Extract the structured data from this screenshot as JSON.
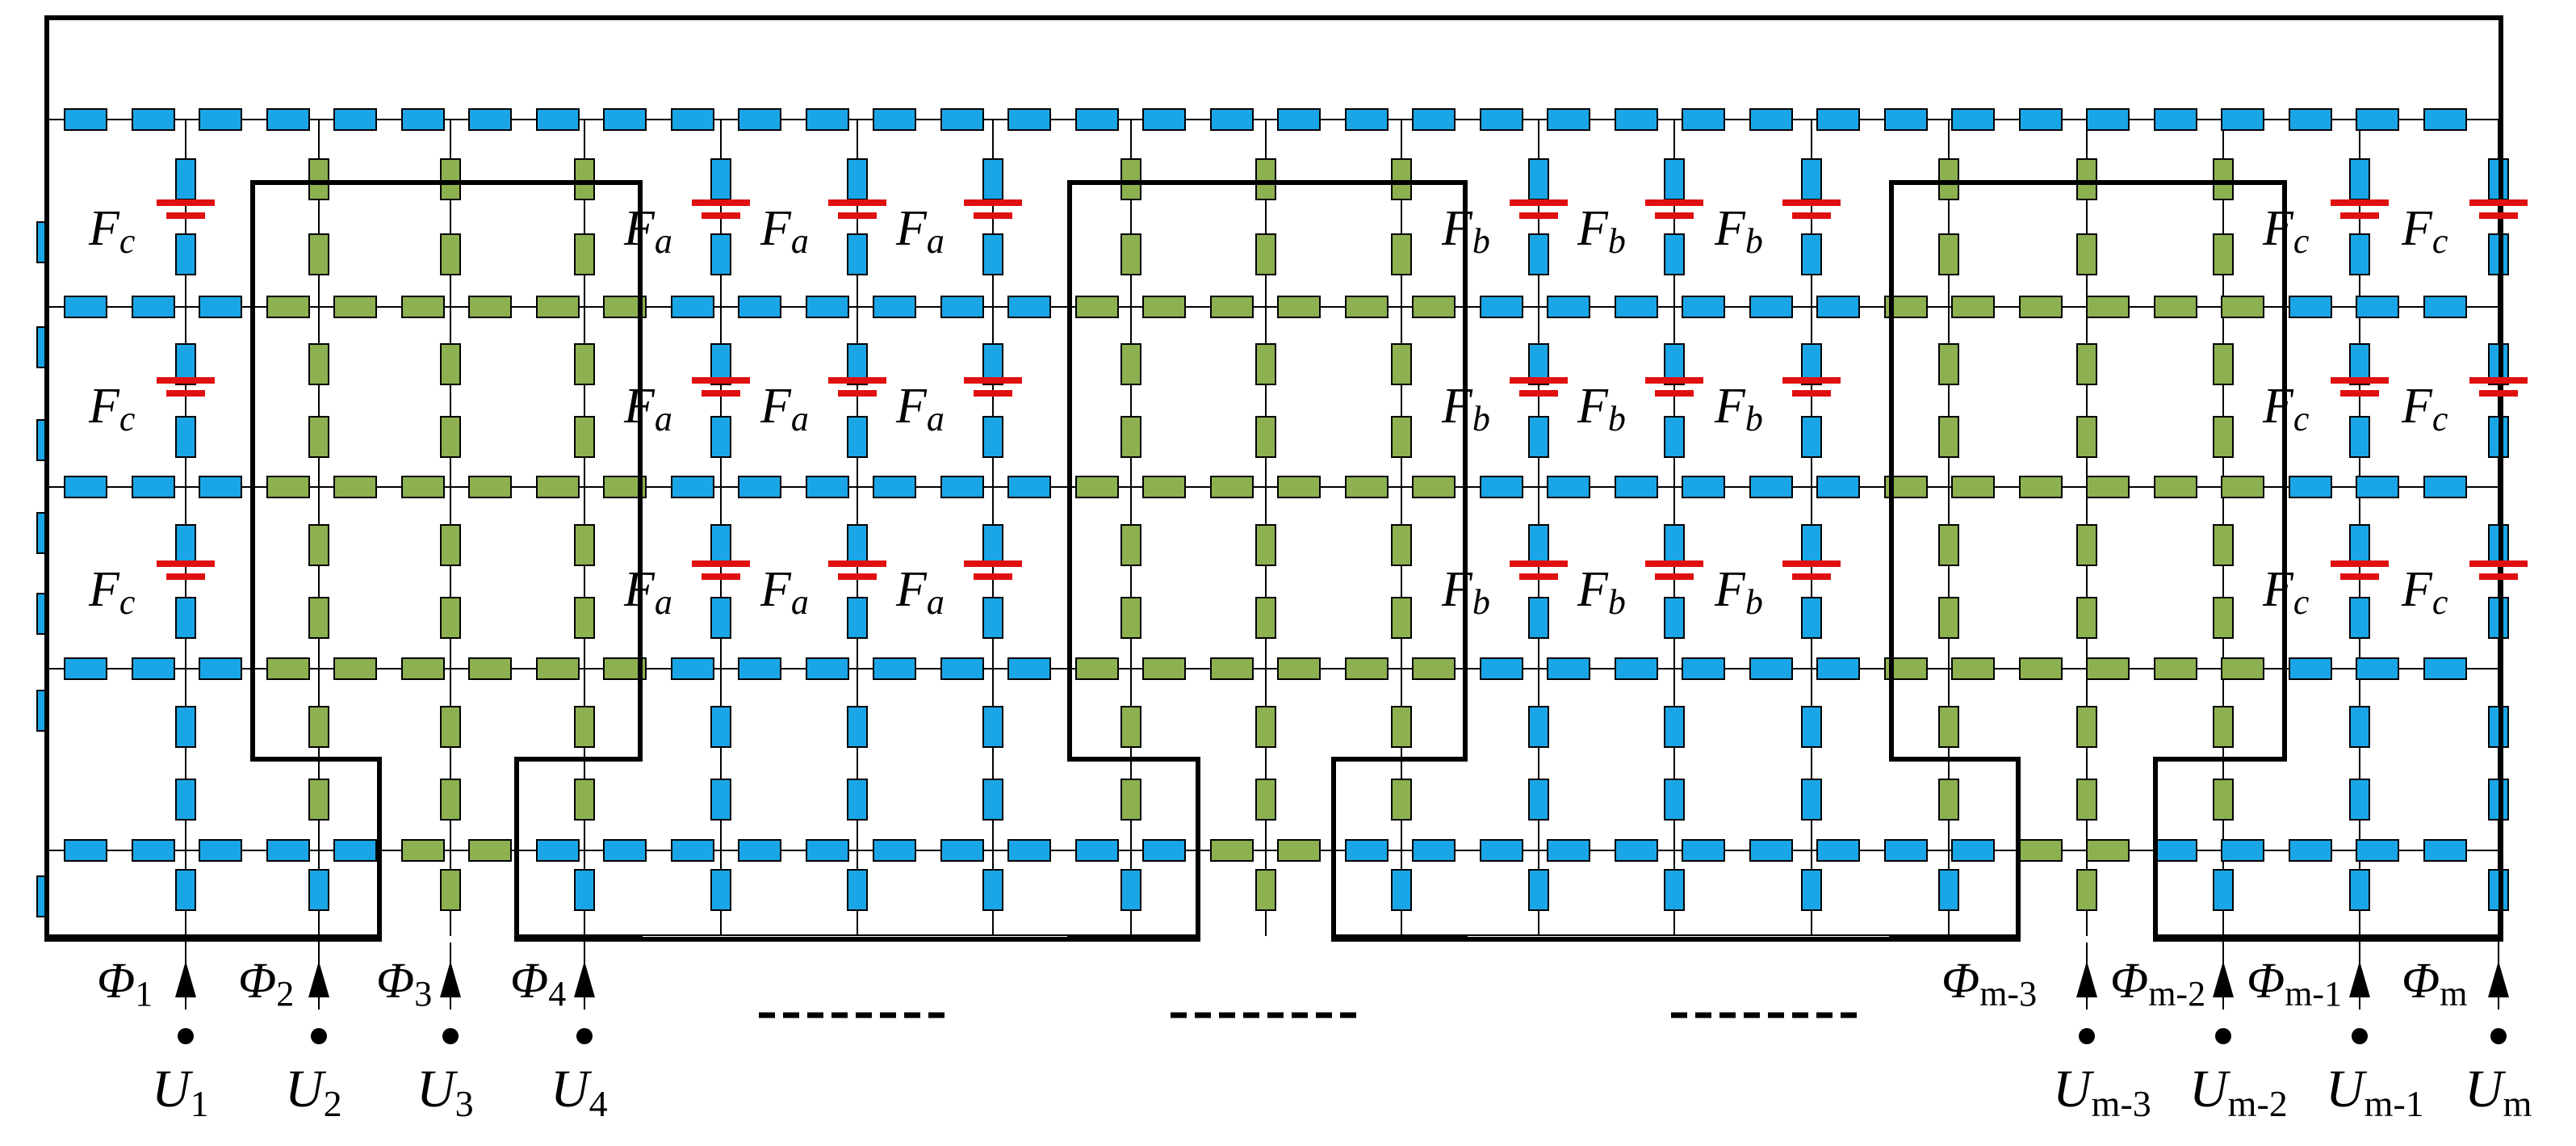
{
  "colors": {
    "blue_element": "#1aa6e6",
    "green_element": "#8db050",
    "source_red": "#e01010",
    "line": "#000000",
    "background": "#ffffff"
  },
  "sources": {
    "group_a": {
      "letter": "F",
      "sub": "a"
    },
    "group_b": {
      "letter": "F",
      "sub": "b"
    },
    "group_c": {
      "letter": "F",
      "sub": "c"
    }
  },
  "terminals": [
    {
      "phi": "Φ",
      "phi_sub": "1",
      "u": "U",
      "u_sub": "1"
    },
    {
      "phi": "Φ",
      "phi_sub": "2",
      "u": "U",
      "u_sub": "2"
    },
    {
      "phi": "Φ",
      "phi_sub": "3",
      "u": "U",
      "u_sub": "3"
    },
    {
      "phi": "Φ",
      "phi_sub": "4",
      "u": "U",
      "u_sub": "4"
    },
    {
      "phi": "Φ",
      "phi_sub": "m-3",
      "u": "U",
      "u_sub": "m-3"
    },
    {
      "phi": "Φ",
      "phi_sub": "m-2",
      "u": "U",
      "u_sub": "m-2"
    },
    {
      "phi": "Φ",
      "phi_sub": "m-1",
      "u": "U",
      "u_sub": "m-1"
    },
    {
      "phi": "Φ",
      "phi_sub": "m",
      "u": "U",
      "u_sub": "m"
    }
  ],
  "ellipsis_count": 3
}
